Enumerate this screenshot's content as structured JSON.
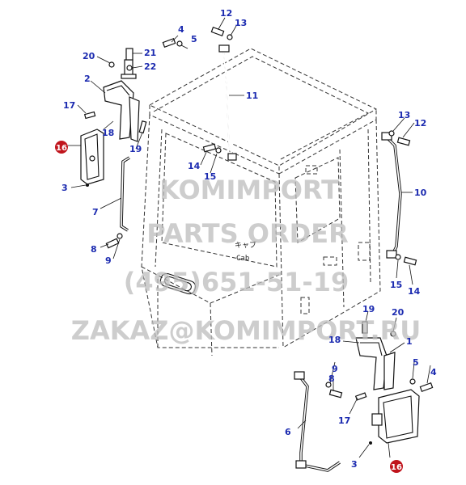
{
  "callouts": {
    "n1": "1",
    "n2": "2",
    "n3a": "3",
    "n3b": "3",
    "n4a": "4",
    "n4b": "4",
    "n5a": "5",
    "n5b": "5",
    "n6": "6",
    "n7": "7",
    "n8a": "8",
    "n8b": "8",
    "n9a": "9",
    "n9b": "9",
    "n10": "10",
    "n11": "11",
    "n12a": "12",
    "n12b": "12",
    "n13a": "13",
    "n13b": "13",
    "n14a": "14",
    "n14b": "14",
    "n15a": "15",
    "n15b": "15",
    "n16a": "16",
    "n16b": "16",
    "n17a": "17",
    "n17b": "17",
    "n18a": "18",
    "n18b": "18",
    "n19a": "19",
    "n19b": "19",
    "n20a": "20",
    "n20b": "20",
    "n21": "21",
    "n22": "22"
  },
  "cab_label": {
    "jp": "キャブ",
    "en": "Cab"
  },
  "watermark": {
    "line1": "KOMIMPORT",
    "line2": "PARTS ORDER",
    "line3": "(495)651-51-19",
    "line4": "ZAKAZ@KOMIMPORT.RU"
  },
  "colors": {
    "label": "#1c2bb0",
    "badge": "#c0141c",
    "watermark": "#bdbdbd",
    "lines": "#111111"
  }
}
